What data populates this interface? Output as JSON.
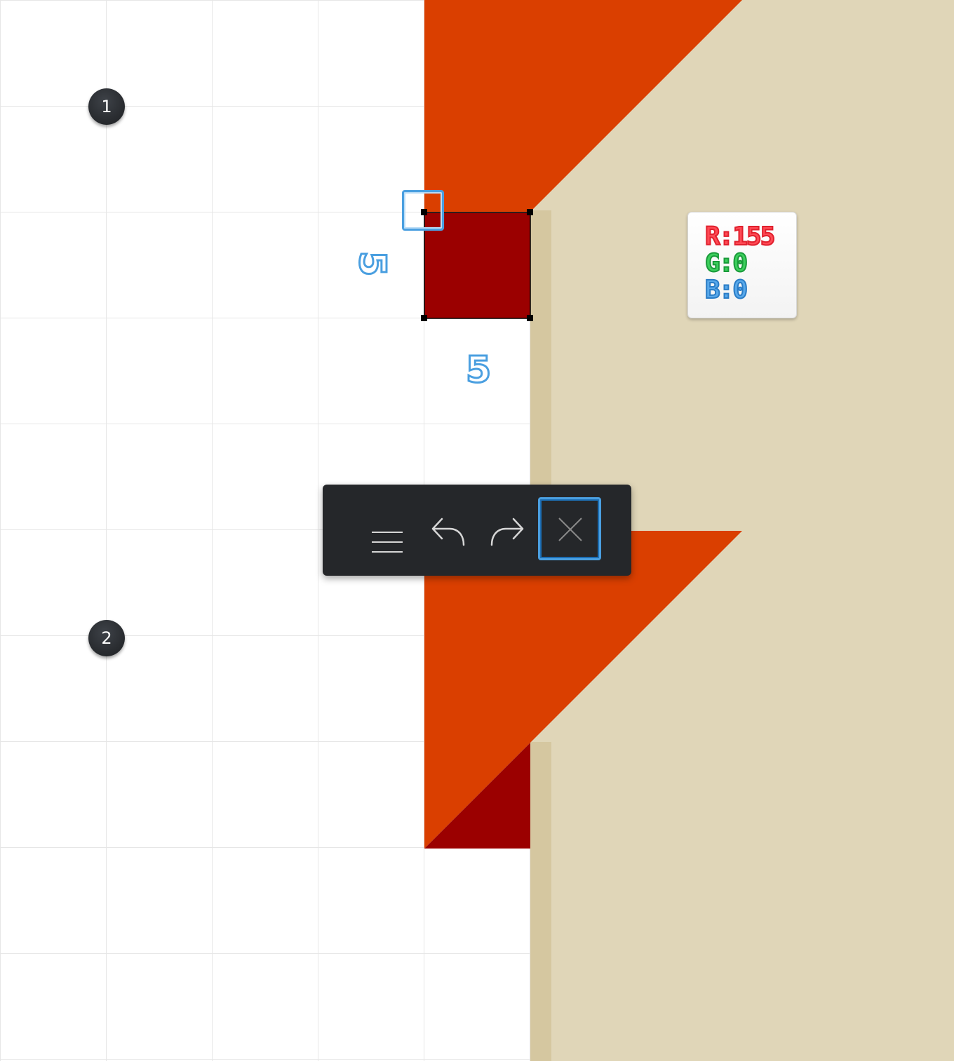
{
  "steps": {
    "first": "1",
    "second": "2"
  },
  "dimensions": {
    "width_label": "5",
    "height_label": "5"
  },
  "color_readout": {
    "r": "R:155",
    "g": "G:0",
    "b": "B:0"
  },
  "colors": {
    "selected_fill": "#9b0000",
    "orange_triangle": "#da3f00",
    "beige": "#e0d6b8",
    "beige_shadow": "#d5c7a0",
    "toolbar_bg": "#25272a",
    "accent": "#4a9fe0"
  },
  "toolbar": {
    "buttons": [
      {
        "name": "menu-icon",
        "active": false
      },
      {
        "name": "undo-icon",
        "active": false
      },
      {
        "name": "redo-icon",
        "active": false
      },
      {
        "name": "close-icon",
        "active": true
      }
    ]
  }
}
